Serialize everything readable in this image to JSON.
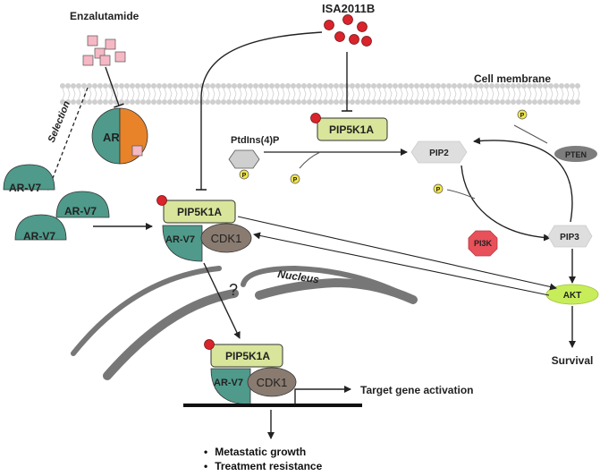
{
  "labels": {
    "enzalutamide": "Enzalutamide",
    "isa2011b": "ISA2011B",
    "cell_membrane": "Cell membrane",
    "selection": "Selection",
    "ar": "AR",
    "ar_v7": "AR-V7",
    "pip5k1a": "PIP5K1A",
    "cdk1": "CDK1",
    "ptdins4p": "PtdIns(4)P",
    "p": "P",
    "pip2": "PIP2",
    "pip3": "PIP3",
    "pten": "PTEN",
    "pi3k": "PI3K",
    "akt": "AKT",
    "survival": "Survival",
    "nucleus": "Nucleus",
    "question": "?",
    "target_gene_activation": "Target gene activation"
  },
  "outcomes": [
    "Metastatic growth",
    "Treatment resistance"
  ],
  "colors": {
    "teal": "#4f9a8b",
    "orange": "#e8832a",
    "pink": "#f5b8c4",
    "red_dot": "#d9242b",
    "pip5k1a_fill": "#d9e59a",
    "cdk1_fill": "#8a7b70",
    "akt_fill": "#c7ee5a",
    "pi3k_fill": "#e8505a",
    "pten_fill": "#7d7d7d",
    "pip_fill": "#dedede",
    "p_fill": "#f2e64a",
    "nucleus_gray": "#777777",
    "membrane_gray": "#cfcfcf"
  }
}
